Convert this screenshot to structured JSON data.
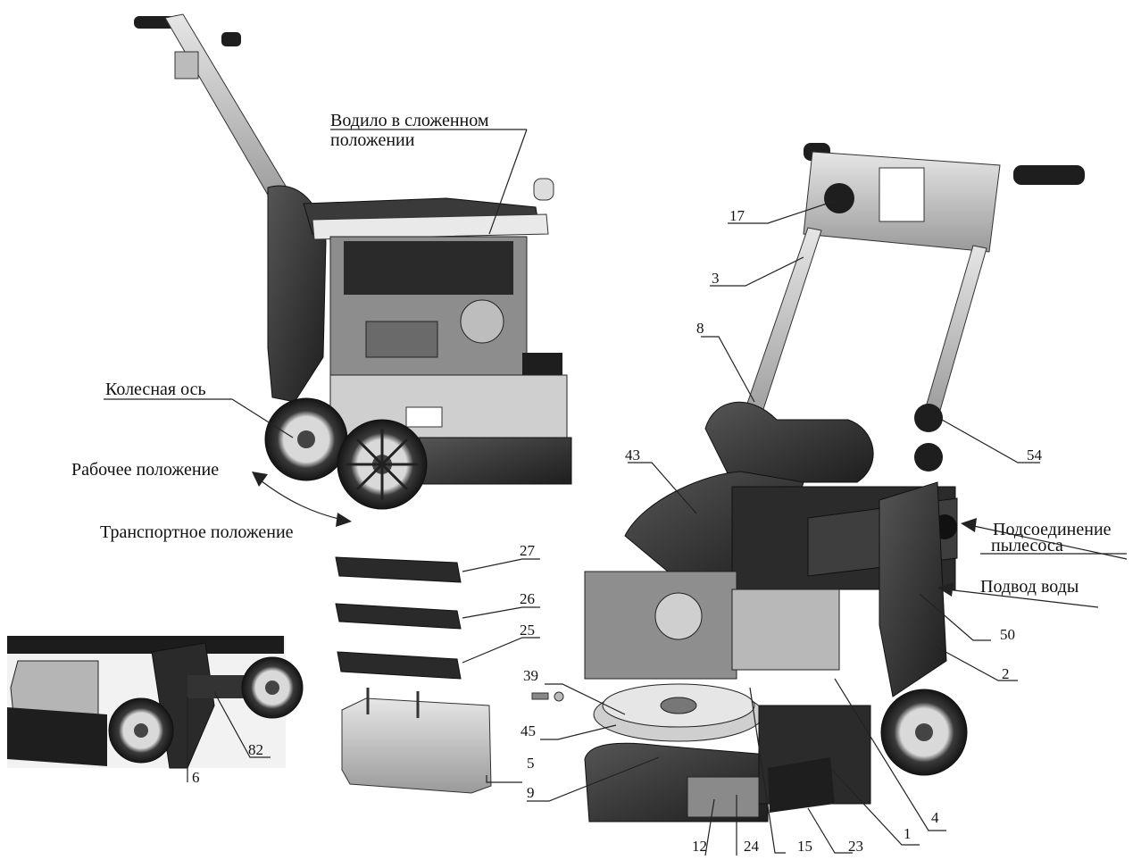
{
  "labels": {
    "folded_handle": [
      "Водило в сложенном",
      "положении"
    ],
    "wheel_axle": "Колесная ось",
    "working_position": "Рабочее положение",
    "transport_position": "Транспортное положение",
    "vacuum_connection": [
      "Подсоединение",
      "пылесоса"
    ],
    "water_supply": "Подвод воды"
  },
  "callouts": {
    "c17": "17",
    "c3": "3",
    "c8": "8",
    "c54": "54",
    "c43": "43",
    "c50": "50",
    "c2": "2",
    "c27": "27",
    "c26": "26",
    "c25": "25",
    "c39": "39",
    "c45": "45",
    "c5": "5",
    "c9": "9",
    "c4": "4",
    "c1": "1",
    "c23": "23",
    "c15": "15",
    "c24": "24",
    "c12": "12",
    "c6": "6",
    "c82": "82"
  },
  "colors": {
    "line": "#222222",
    "dark": "#2b2b2b",
    "mid": "#7a7a7a",
    "light": "#c8c8c8"
  }
}
